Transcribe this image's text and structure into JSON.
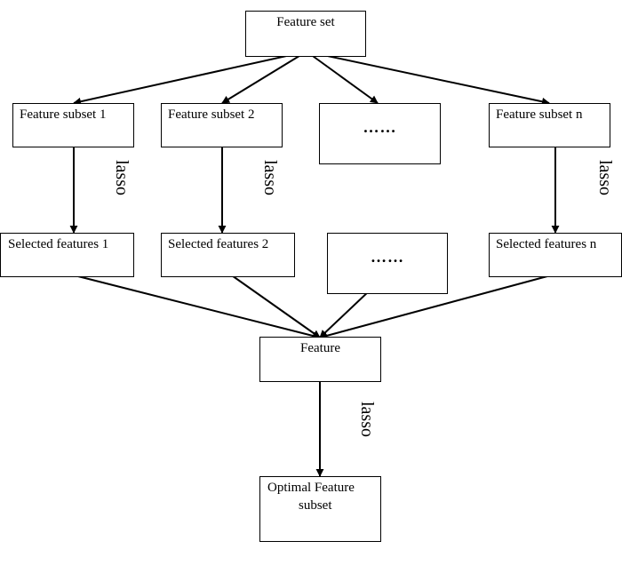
{
  "nodes": {
    "feature_set": "Feature set",
    "subset_1": "Feature subset 1",
    "subset_2": "Feature subset 2",
    "subset_ellipsis": "……",
    "subset_n": "Feature subset n",
    "selected_1": "Selected features 1",
    "selected_2": "Selected features 2",
    "selected_ellipsis": "……",
    "selected_n": "Selected features n",
    "feature": "Feature",
    "optimal_line1": "Optimal Feature",
    "optimal_line2": "subset"
  },
  "edge_labels": {
    "lasso_1": "lasso",
    "lasso_2": "lasso",
    "lasso_n": "lasso",
    "lasso_final": "lasso"
  },
  "colors": {
    "stroke": "#000000",
    "background": "#ffffff"
  }
}
